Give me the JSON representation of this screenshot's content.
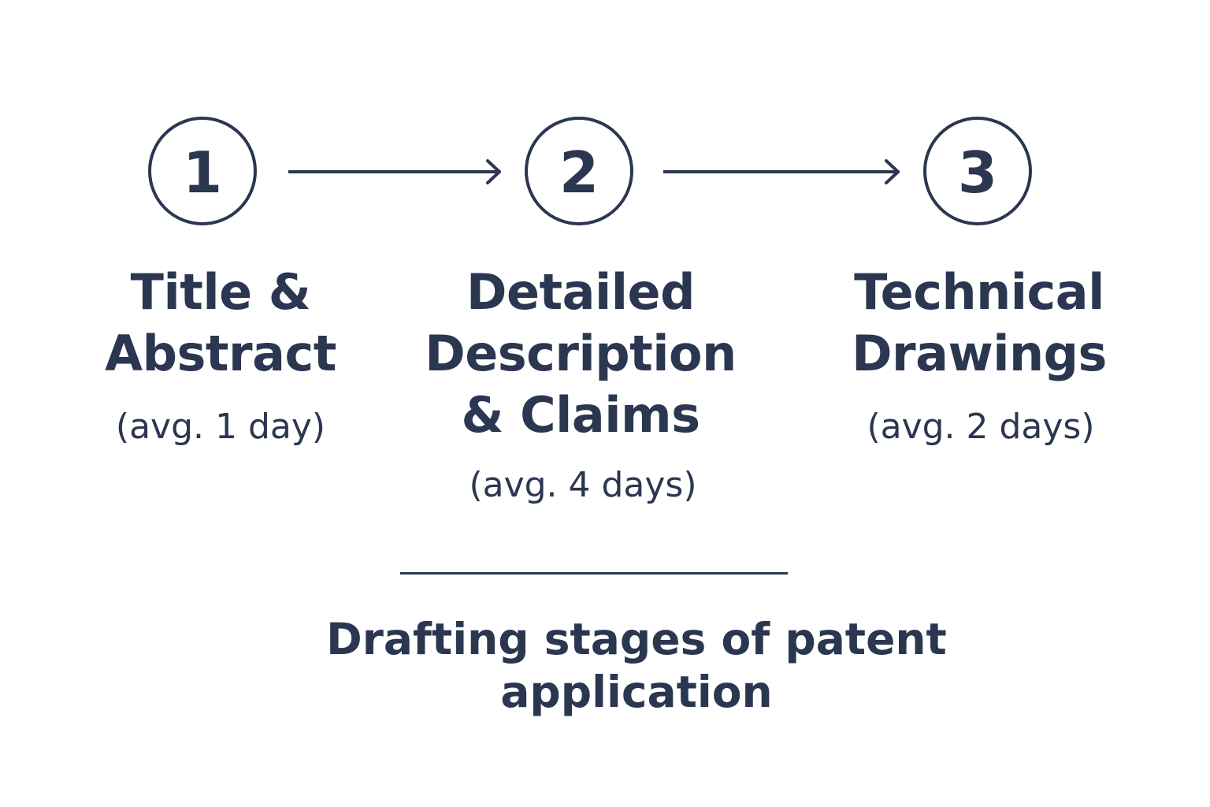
{
  "steps": [
    {
      "number": "1",
      "title_lines": [
        "Title &",
        "Abstract"
      ],
      "duration": "(avg. 1 day)"
    },
    {
      "number": "2",
      "title_lines": [
        "Detailed",
        "Description",
        "& Claims"
      ],
      "duration": "(avg. 4 days)"
    },
    {
      "number": "3",
      "title_lines": [
        "Technical",
        "Drawings"
      ],
      "duration": "(avg. 2 days)"
    }
  ],
  "caption_lines": [
    "Drafting stages of patent",
    "application"
  ],
  "colors": {
    "ink": "#2b3650",
    "background": "#ffffff"
  },
  "icons": {
    "connector": "arrow-right-icon"
  }
}
